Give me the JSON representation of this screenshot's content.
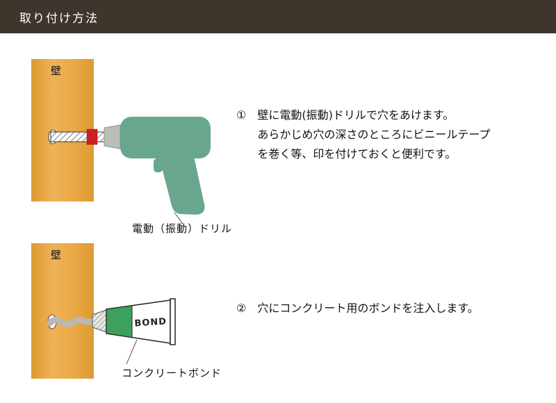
{
  "header": {
    "title": "取り付け方法"
  },
  "steps": [
    {
      "number": "①",
      "lines": [
        "壁に電動(振動)ドリルで穴をあけます。",
        "あらかじめ穴の深さのところにビニールテープ",
        "を巻く等、印を付けておくと便利です。"
      ],
      "wall_label": "壁",
      "tool_label": "電動（振動）ドリル"
    },
    {
      "number": "②",
      "lines": [
        "穴にコンクリート用のボンドを注入します。"
      ],
      "wall_label": "壁",
      "tool_label": "コンクリートボンド",
      "tube_label": "BOND"
    }
  ],
  "colors": {
    "header_bg": "#3e352c",
    "wall_orange": "#e8a843",
    "drill_green": "#68a78e",
    "tape_red": "#cc1f1f",
    "bond_green": "#3da05c"
  }
}
